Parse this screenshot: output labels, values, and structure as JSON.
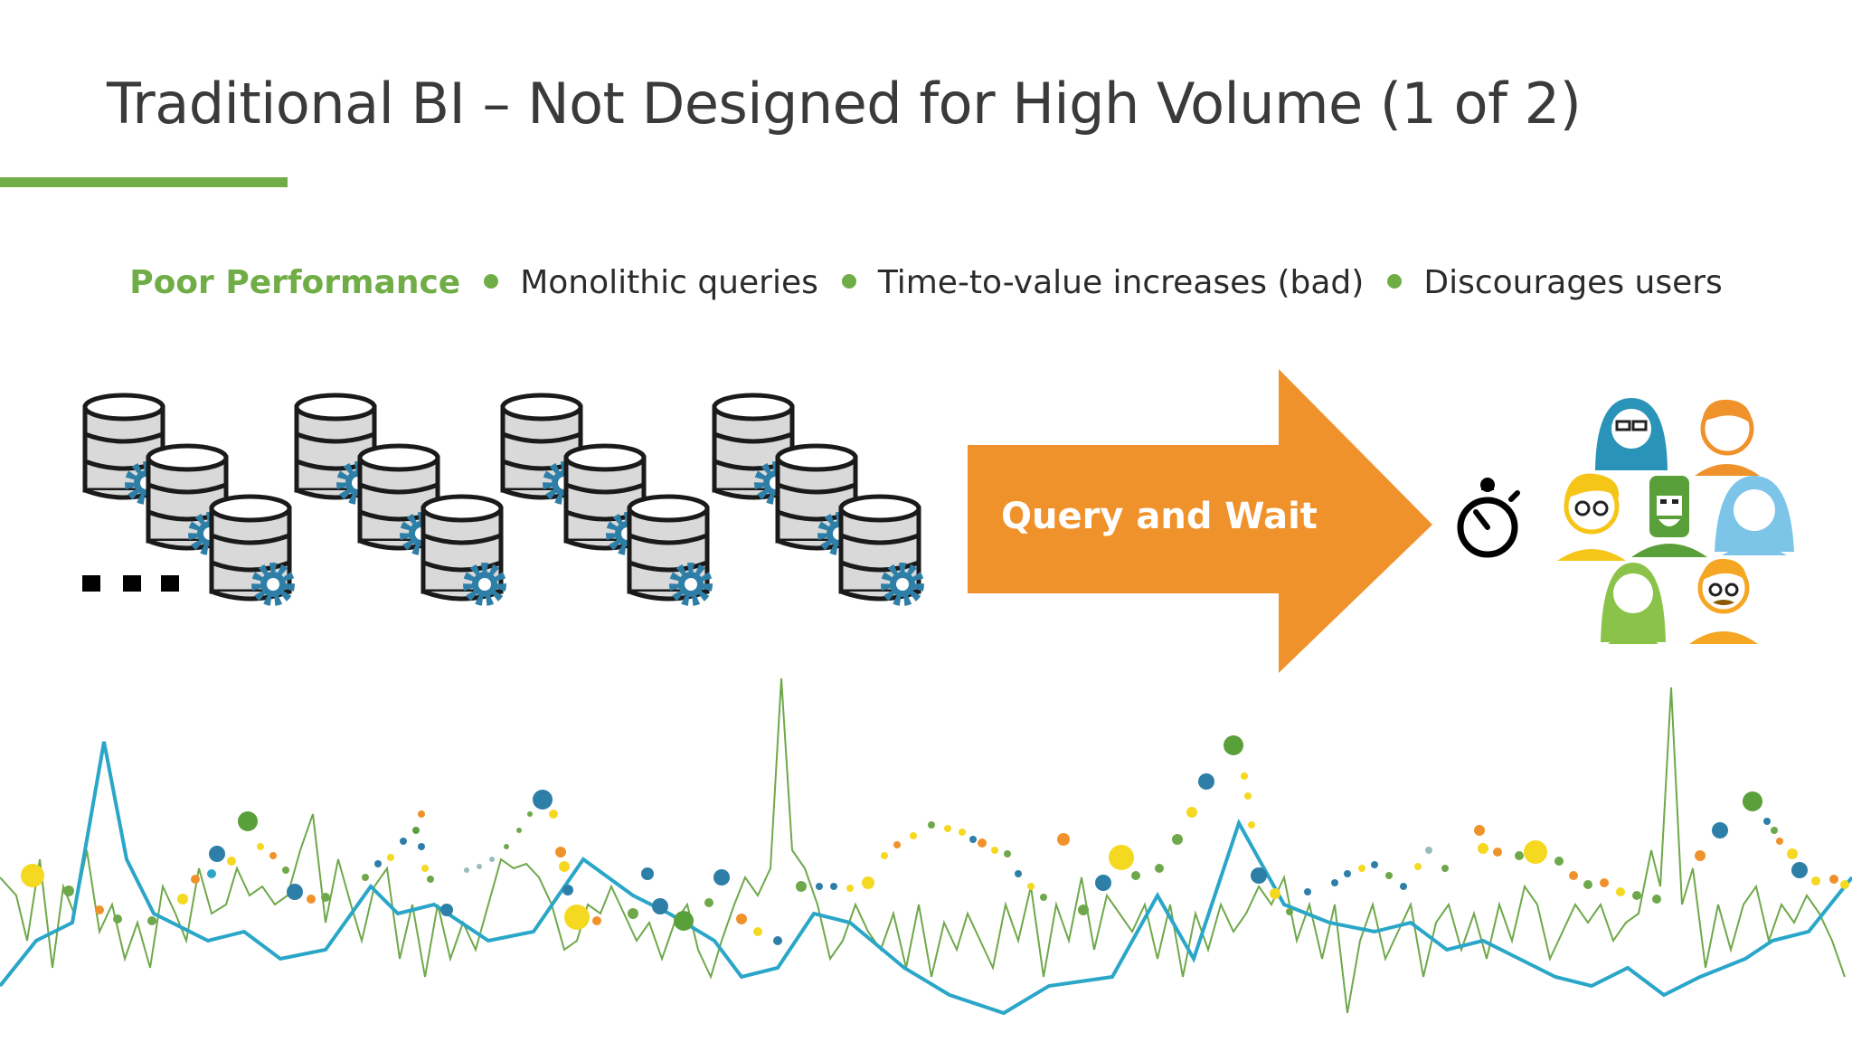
{
  "slide": {
    "title": "Traditional BI – Not Designed for High Volume (1 of 2)"
  },
  "bullets": {
    "heading": "Poor Performance",
    "items": [
      "Monolithic queries",
      "Time-to-value increases (bad)",
      "Discourages users"
    ]
  },
  "flow": {
    "arrow_label": "Query and Wait",
    "source_icon": "database-gear-icon",
    "more_icon": "ellipsis-icon",
    "timer_icon": "stopwatch-icon",
    "users_icon": "user-group-icon"
  },
  "colors": {
    "accent_green": "#70ad47",
    "arrow_orange": "#f0922b",
    "gear_blue": "#2e7fa8",
    "line_blue": "#2aa6c8",
    "line_green": "#6fa84a"
  }
}
